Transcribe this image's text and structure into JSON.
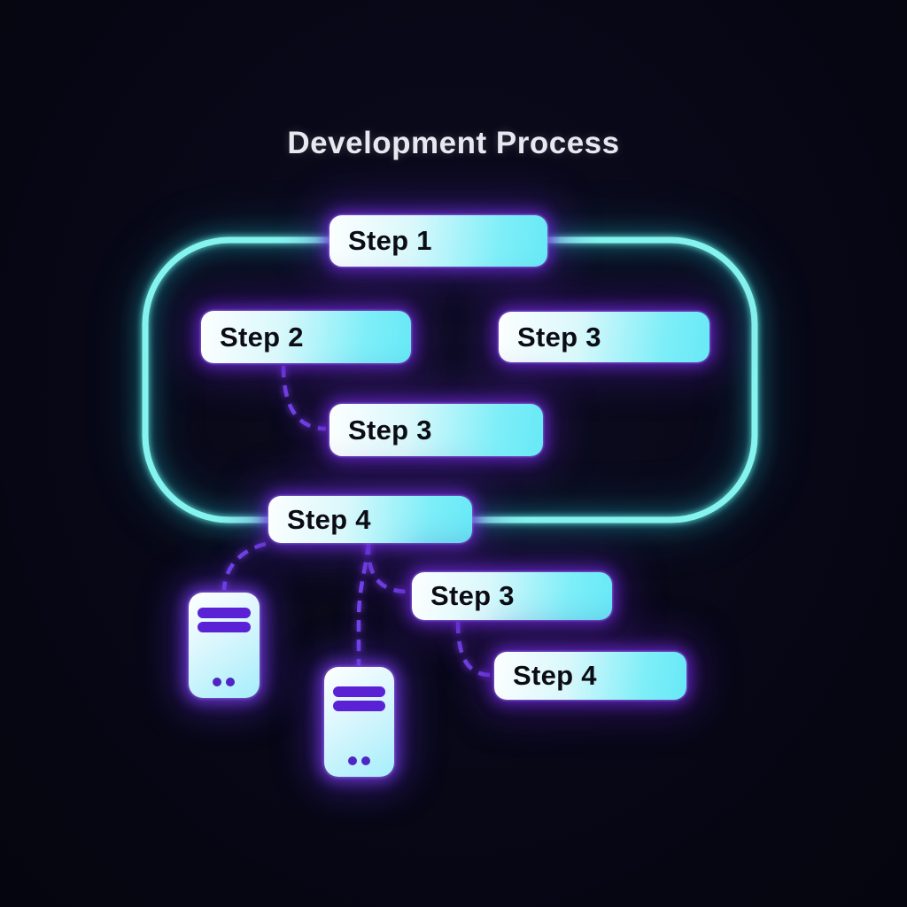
{
  "title": "Development Process",
  "boxes": [
    {
      "id": "step-1",
      "label": "Step 1"
    },
    {
      "id": "step-2",
      "label": "Step 2"
    },
    {
      "id": "step-3-right",
      "label": "Step 3"
    },
    {
      "id": "step-3-middle",
      "label": "Step 3"
    },
    {
      "id": "step-4-main",
      "label": "Step 4"
    },
    {
      "id": "step-3-lower",
      "label": "Step 3"
    },
    {
      "id": "step-4-lower",
      "label": "Step 4"
    }
  ],
  "icons": [
    {
      "name": "server-icon"
    },
    {
      "name": "server-icon"
    }
  ],
  "colors": {
    "background": "#070716",
    "loop_stroke": "#86f4ee",
    "box_gradient_start": "#fdfeff",
    "box_gradient_end": "#67e9f6",
    "box_text": "#0c0c14",
    "box_glow": "#6d28d9",
    "connector": "#7444ee",
    "device_accent": "#5a22d4",
    "title_text": "#e8e9f0"
  }
}
